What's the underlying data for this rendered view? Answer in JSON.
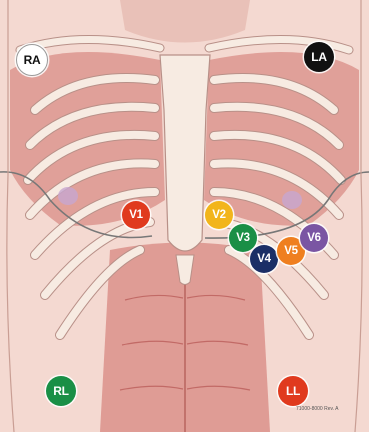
{
  "electrodes": {
    "ra": {
      "label": "RA",
      "color": "#ffffff",
      "text_color": "#111111"
    },
    "la": {
      "label": "LA",
      "color": "#111111",
      "text_color": "#ffffff"
    },
    "v1": {
      "label": "V1",
      "color": "#e03a1e",
      "text_color": "#ffffff"
    },
    "v2": {
      "label": "V2",
      "color": "#f2b51b",
      "text_color": "#ffffff"
    },
    "v3": {
      "label": "V3",
      "color": "#1a8f46",
      "text_color": "#ffffff"
    },
    "v4": {
      "label": "V4",
      "color": "#1b2f66",
      "text_color": "#ffffff"
    },
    "v5": {
      "label": "V5",
      "color": "#ef7f1f",
      "text_color": "#ffffff"
    },
    "v6": {
      "label": "V6",
      "color": "#7a55a3",
      "text_color": "#ffffff"
    },
    "rl": {
      "label": "RL",
      "color": "#1a8f46",
      "text_color": "#ffffff"
    },
    "ll": {
      "label": "LL",
      "color": "#e03a1e",
      "text_color": "#ffffff"
    }
  },
  "footnote": {
    "text": "71000-8000 Rev. A"
  },
  "palette": {
    "skin": "#f4d9d1",
    "muscle": "#d98c86",
    "muscle_dark": "#c26a66",
    "bone": "#f7ebe2",
    "bone_outline": "#b89088",
    "body_outline": "#777777",
    "nipple": "#c7a6cf"
  }
}
